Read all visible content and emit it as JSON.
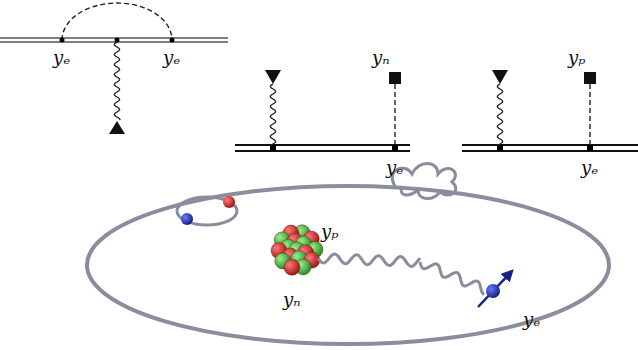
{
  "diagram": {
    "labels": [
      "yₑ",
      "yₑ",
      "yₙ",
      "yₑ",
      "yₚ",
      "yₑ",
      "yₚ",
      "yₙ",
      "yₑ"
    ]
  }
}
